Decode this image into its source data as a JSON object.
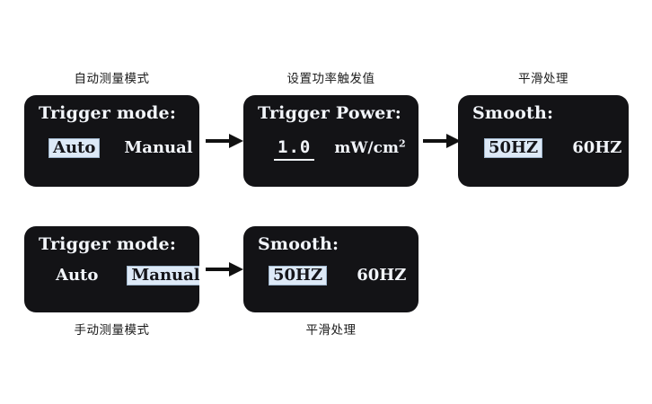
{
  "page": {
    "background_color": "#ffffff",
    "screen_background_color": "#131316",
    "screen_text_color": "#f2f5fa",
    "highlight_background_color": "#dde9f7",
    "highlight_text_color": "#15151a",
    "arrow_color": "#111111"
  },
  "flow_top": {
    "caption_1": "自动测量模式",
    "caption_2": "设置功率触发值",
    "caption_3": "平滑处理",
    "screen_1": {
      "title": "Trigger mode:",
      "options": [
        {
          "label": "Auto",
          "selected": true
        },
        {
          "label": "Manual",
          "selected": false
        }
      ]
    },
    "screen_2": {
      "title": "Trigger Power:",
      "value": "1.0",
      "unit_main": "mW/cm",
      "unit_sup": "2"
    },
    "screen_3": {
      "title": "Smooth:",
      "options": [
        {
          "label": "50HZ",
          "selected": true
        },
        {
          "label": "60HZ",
          "selected": false
        }
      ]
    }
  },
  "flow_bottom": {
    "caption_1": "手动测量模式",
    "caption_2": "平滑处理",
    "screen_1": {
      "title": "Trigger mode:",
      "options": [
        {
          "label": "Auto",
          "selected": false
        },
        {
          "label": "Manual",
          "selected": true
        }
      ]
    },
    "screen_2": {
      "title": "Smooth:",
      "options": [
        {
          "label": "50HZ",
          "selected": true
        },
        {
          "label": "60HZ",
          "selected": false
        }
      ]
    }
  },
  "arrows": {
    "icon_name": "arrow-right-icon",
    "count_top": 2,
    "count_bottom": 1
  }
}
